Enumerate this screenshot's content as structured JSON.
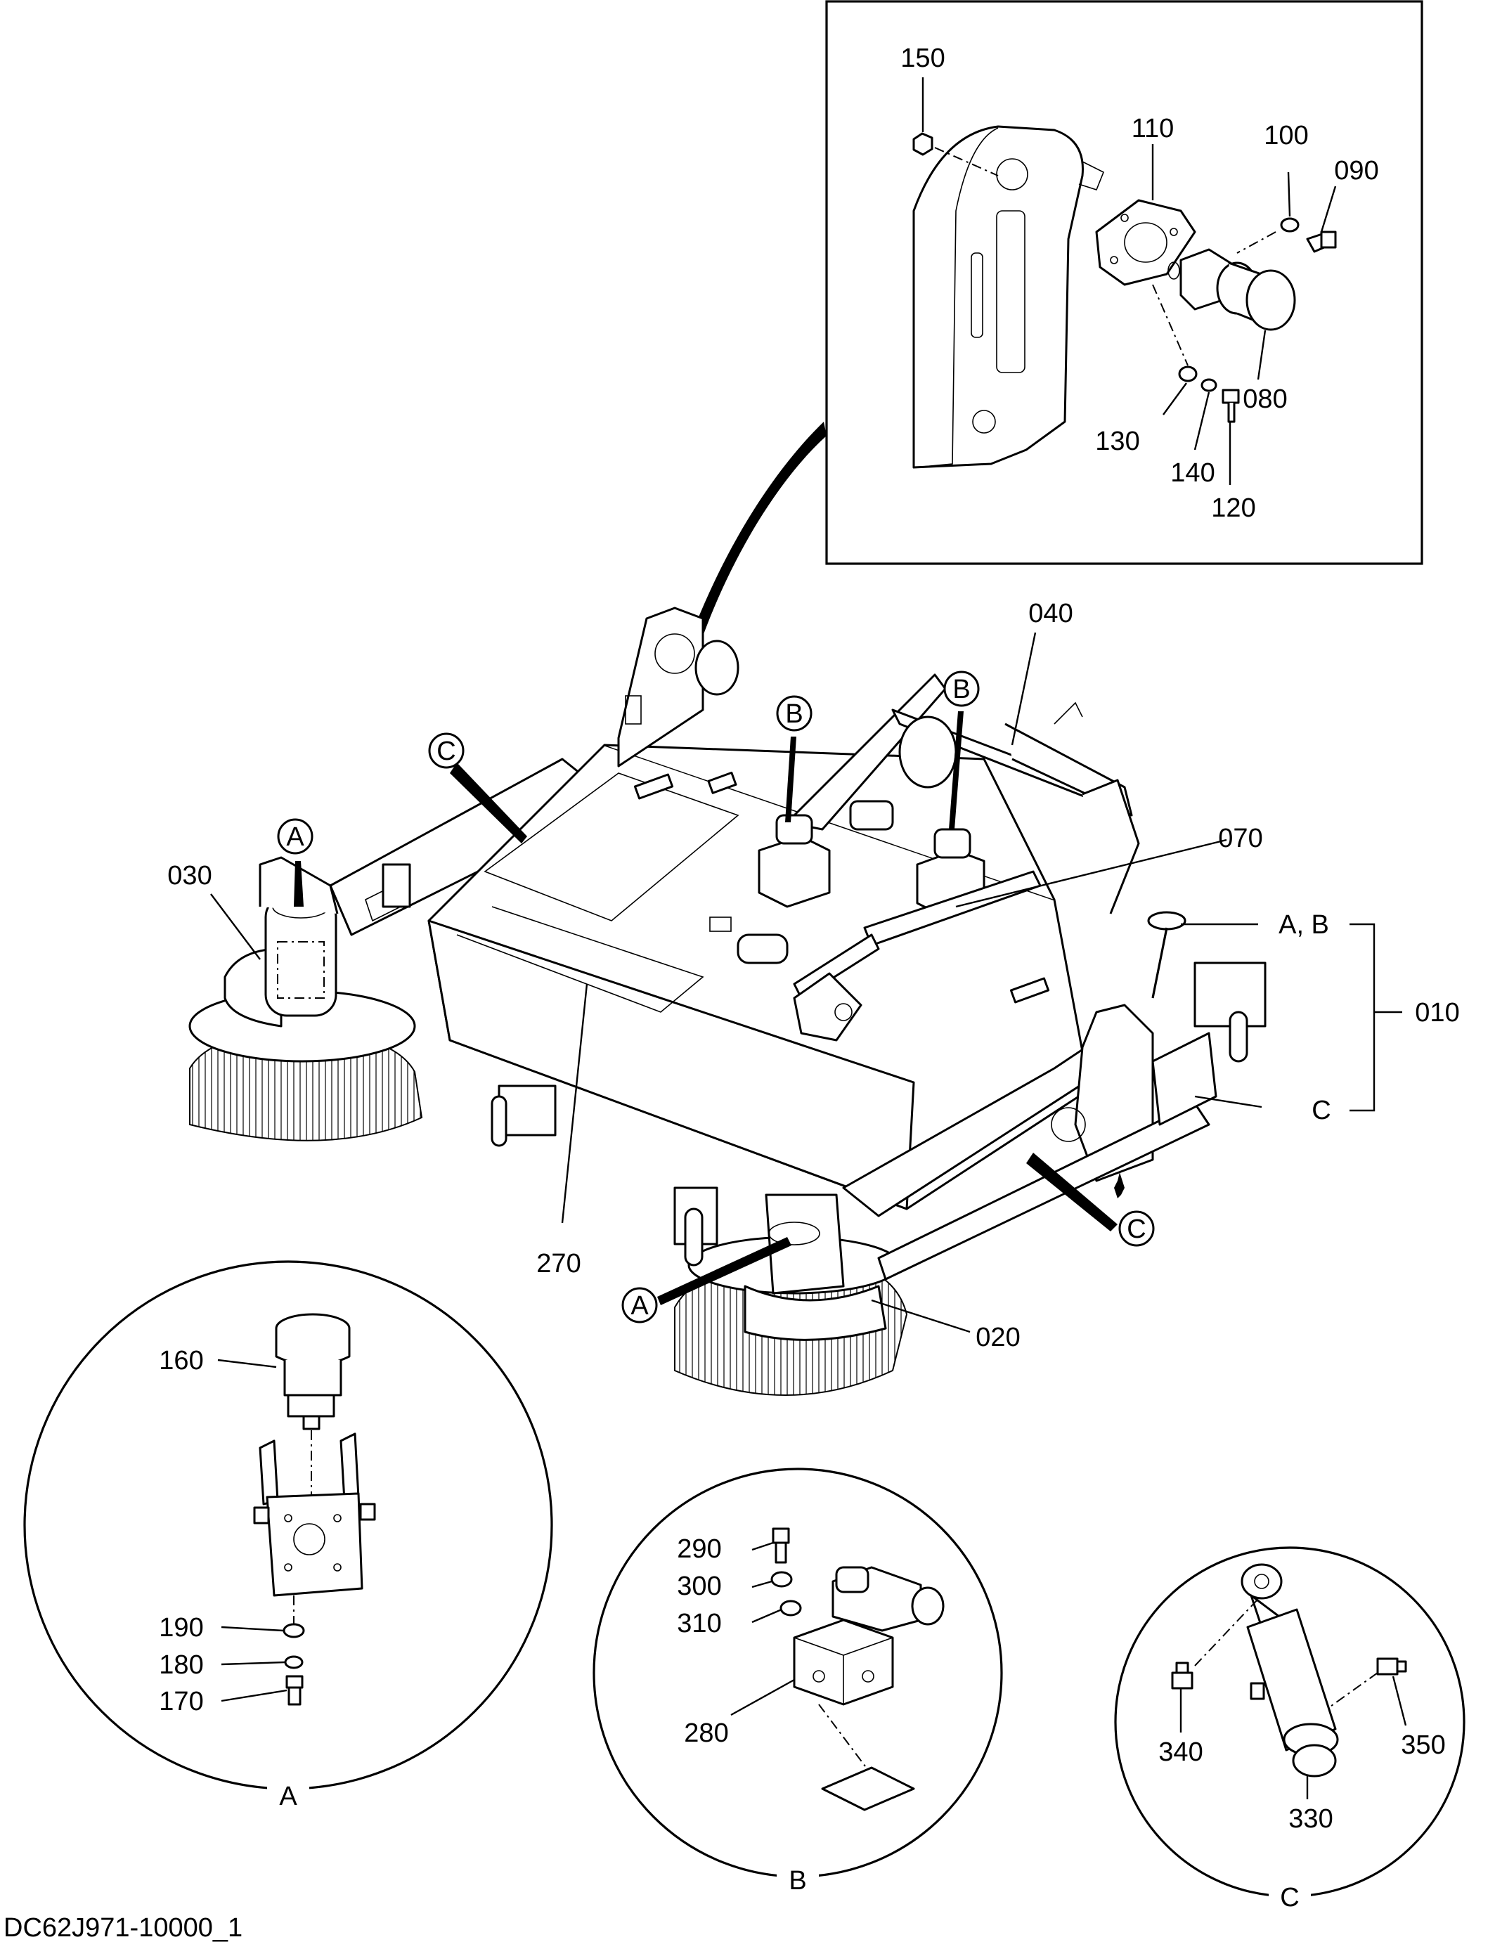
{
  "drawing_code": "DC62J971-10000_1",
  "inset_labels": {
    "p150": "150",
    "p110": "110",
    "p100": "100",
    "p090": "090",
    "p080": "080",
    "p130": "130",
    "p140": "140",
    "p120": "120"
  },
  "main_labels": {
    "p040": "040",
    "p070": "070",
    "p030": "030",
    "p270": "270",
    "p020": "020",
    "p010": "010",
    "ab": "A, B",
    "c": "C"
  },
  "callouts": {
    "a": "A",
    "b": "B",
    "c": "C"
  },
  "detail_a": {
    "title": "A",
    "p160": "160",
    "p190": "190",
    "p180": "180",
    "p170": "170"
  },
  "detail_b": {
    "title": "B",
    "p290": "290",
    "p300": "300",
    "p310": "310",
    "p280": "280"
  },
  "detail_c": {
    "title": "C",
    "p340": "340",
    "p350": "350",
    "p330": "330"
  }
}
